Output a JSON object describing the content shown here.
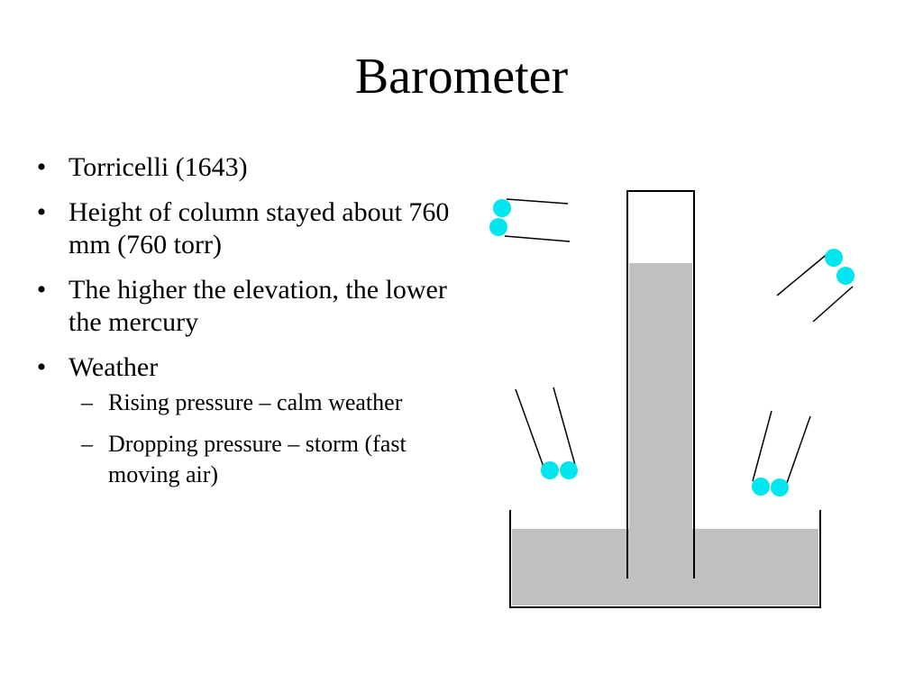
{
  "slide": {
    "title": "Barometer",
    "bullets": [
      {
        "marker": "•",
        "text": "Torricelli (1643)"
      },
      {
        "marker": "•",
        "text": "Height of column stayed about 760 mm (760 torr)"
      },
      {
        "marker": "•",
        "text": "The higher the elevation, the lower the mercury"
      },
      {
        "marker": "•",
        "text": "Weather",
        "sub": [
          {
            "marker": "–",
            "text": "Rising pressure – calm weather"
          },
          {
            "marker": "–",
            "text": "Dropping pressure – storm (fast moving air)"
          }
        ]
      }
    ]
  },
  "diagram": {
    "colors": {
      "mercury": "#c0c0c0",
      "air_molecule": "#00e5ee",
      "outline": "#000000"
    }
  }
}
